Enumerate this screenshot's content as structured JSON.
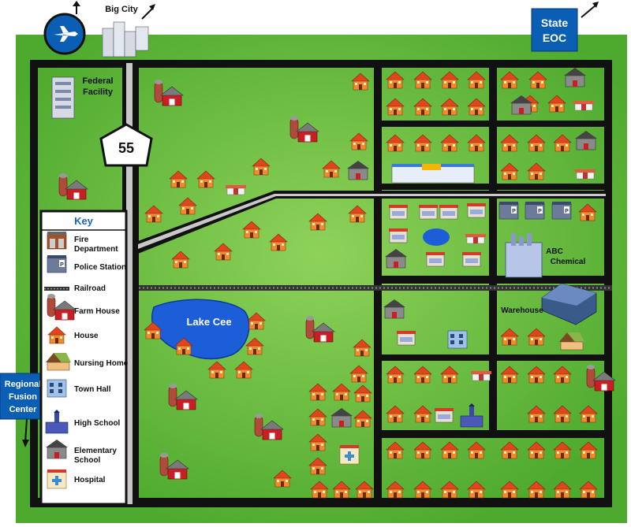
{
  "badges": {
    "big_city": "Big City",
    "state_eoc_line1": "State",
    "state_eoc_line2": "EOC",
    "fusion_line1": "Regional",
    "fusion_line2": "Fusion",
    "fusion_line3": "Center",
    "federal_line1": "Federal",
    "federal_line2": "Facility",
    "route": "55"
  },
  "labels": {
    "lake": "Lake Cee",
    "abc_line1": "ABC",
    "abc_line2": "Chemical",
    "warehouse": "Warehouse"
  },
  "key": {
    "title": "Key",
    "items": [
      {
        "icon": "fire-department-icon",
        "lines": [
          "Fire",
          "Department"
        ]
      },
      {
        "icon": "police-station-icon",
        "lines": [
          "Police Station"
        ]
      },
      {
        "icon": "railroad-icon",
        "lines": [
          "Railroad"
        ]
      },
      {
        "icon": "farm-house-icon",
        "lines": [
          "Farm House"
        ]
      },
      {
        "icon": "house-icon",
        "lines": [
          "House"
        ]
      },
      {
        "icon": "nursing-home-icon",
        "lines": [
          "Nursing Home"
        ]
      },
      {
        "icon": "town-hall-icon",
        "lines": [
          "Town Hall"
        ]
      },
      {
        "icon": "high-school-icon",
        "lines": [
          "High School"
        ]
      },
      {
        "icon": "elementary-school-icon",
        "lines": [
          "Elementary",
          "School"
        ]
      },
      {
        "icon": "hospital-icon",
        "lines": [
          "Hospital"
        ]
      }
    ]
  },
  "colors": {
    "grass": "#5fb53a",
    "grass_light": "#7cc94c",
    "road": "#111111",
    "highway": "#c8c8c8",
    "lake": "#1c5ed8",
    "roof": "#e0451f",
    "wall": "#f08a2c",
    "badge_blue": "#0a5fb4",
    "key_title": "#1b63c4"
  }
}
